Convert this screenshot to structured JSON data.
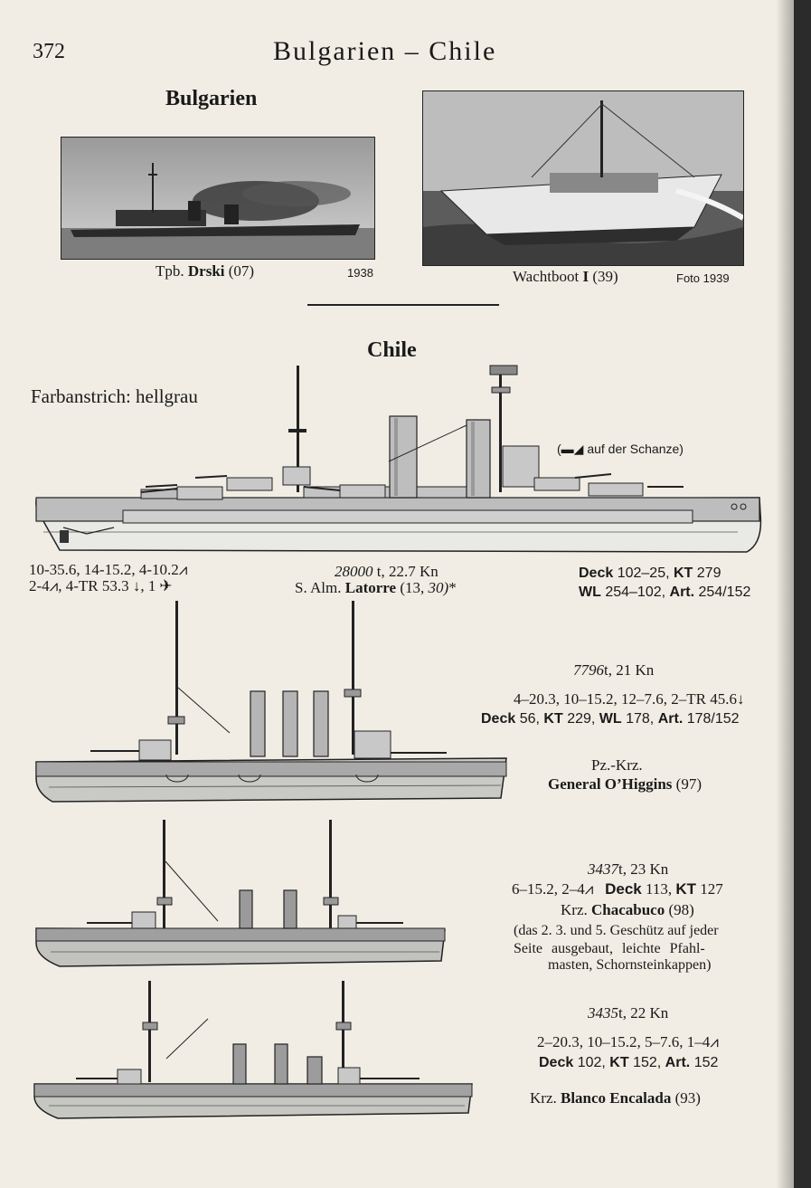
{
  "page": {
    "number": "372",
    "header_title": "Bulgarien – Chile"
  },
  "bulgarien": {
    "heading": "Bulgarien",
    "photo1": {
      "type": "Tpb.",
      "name": "Drski",
      "year": "(07)",
      "photo_year": "1938"
    },
    "photo2": {
      "name_prefix": "Wachtboot",
      "name": "I",
      "year": "(39)",
      "photo_credit": "Foto 1939"
    }
  },
  "chile": {
    "heading": "Chile",
    "paint_note": "Farbanstrich: hellgrau",
    "latorre": {
      "note": "auf der Schanze)",
      "arm_line1": "10-35.6, 14-15.2, 4-10.2",
      "arm_line2a": "2-4",
      "arm_line2b": ", 4-TR 53.3",
      "arm_line2c": ", 1",
      "displacement": "28000",
      "speed": "t, 22.7 Kn",
      "type": "S. Alm.",
      "name": "Latorre",
      "years_a": "(13, ",
      "years_b": "30)",
      "years_c": "*",
      "armor_line1a": "Deck",
      "armor_line1b": "102–25,",
      "armor_line1c": "KT",
      "armor_line1d": "279",
      "armor_line2a": "WL",
      "armor_line2b": "254–102,",
      "armor_line2c": "Art.",
      "armor_line2d": "254/152"
    },
    "ohiggins": {
      "displacement": "7796",
      "speed": "t, 21 Kn",
      "arm_line": "4–20.3, 10–15.2, 12–7.6, 2–TR 45.6",
      "armor_a": "Deck",
      "armor_b": "56,",
      "armor_c": "KT",
      "armor_d": "229,",
      "armor_e": "WL",
      "armor_f": "178,",
      "armor_g": "Art.",
      "armor_h": "178/152",
      "type": "Pz.-Krz.",
      "name": "General O’Higgins",
      "year": "(97)"
    },
    "chacabuco": {
      "displacement": "3437",
      "speed": "t, 23 Kn",
      "arm_line_a": "6–15.2, 2–4",
      "arm_line_b": "Deck",
      "arm_line_c": "113,",
      "arm_line_d": "KT",
      "arm_line_e": "127",
      "type": "Krz.",
      "name": "Chacabuco",
      "year": "(98)",
      "note1": "(das 2. 3. und 5. Geschütz auf jeder",
      "note2": "Seite ausgebaut, leichte Pfahl-",
      "note3": "masten, Schornsteinkappen)"
    },
    "blanco": {
      "displacement": "3435",
      "speed": "t, 22 Kn",
      "arm_line": "2–20.3, 10–15.2, 5–7.6, 1–4",
      "armor_a": "Deck",
      "armor_b": "102,",
      "armor_c": "KT",
      "armor_d": "152,",
      "armor_e": "Art.",
      "armor_f": "152",
      "type": "Krz.",
      "name": "Blanco Encalada",
      "year": "(93)"
    }
  }
}
